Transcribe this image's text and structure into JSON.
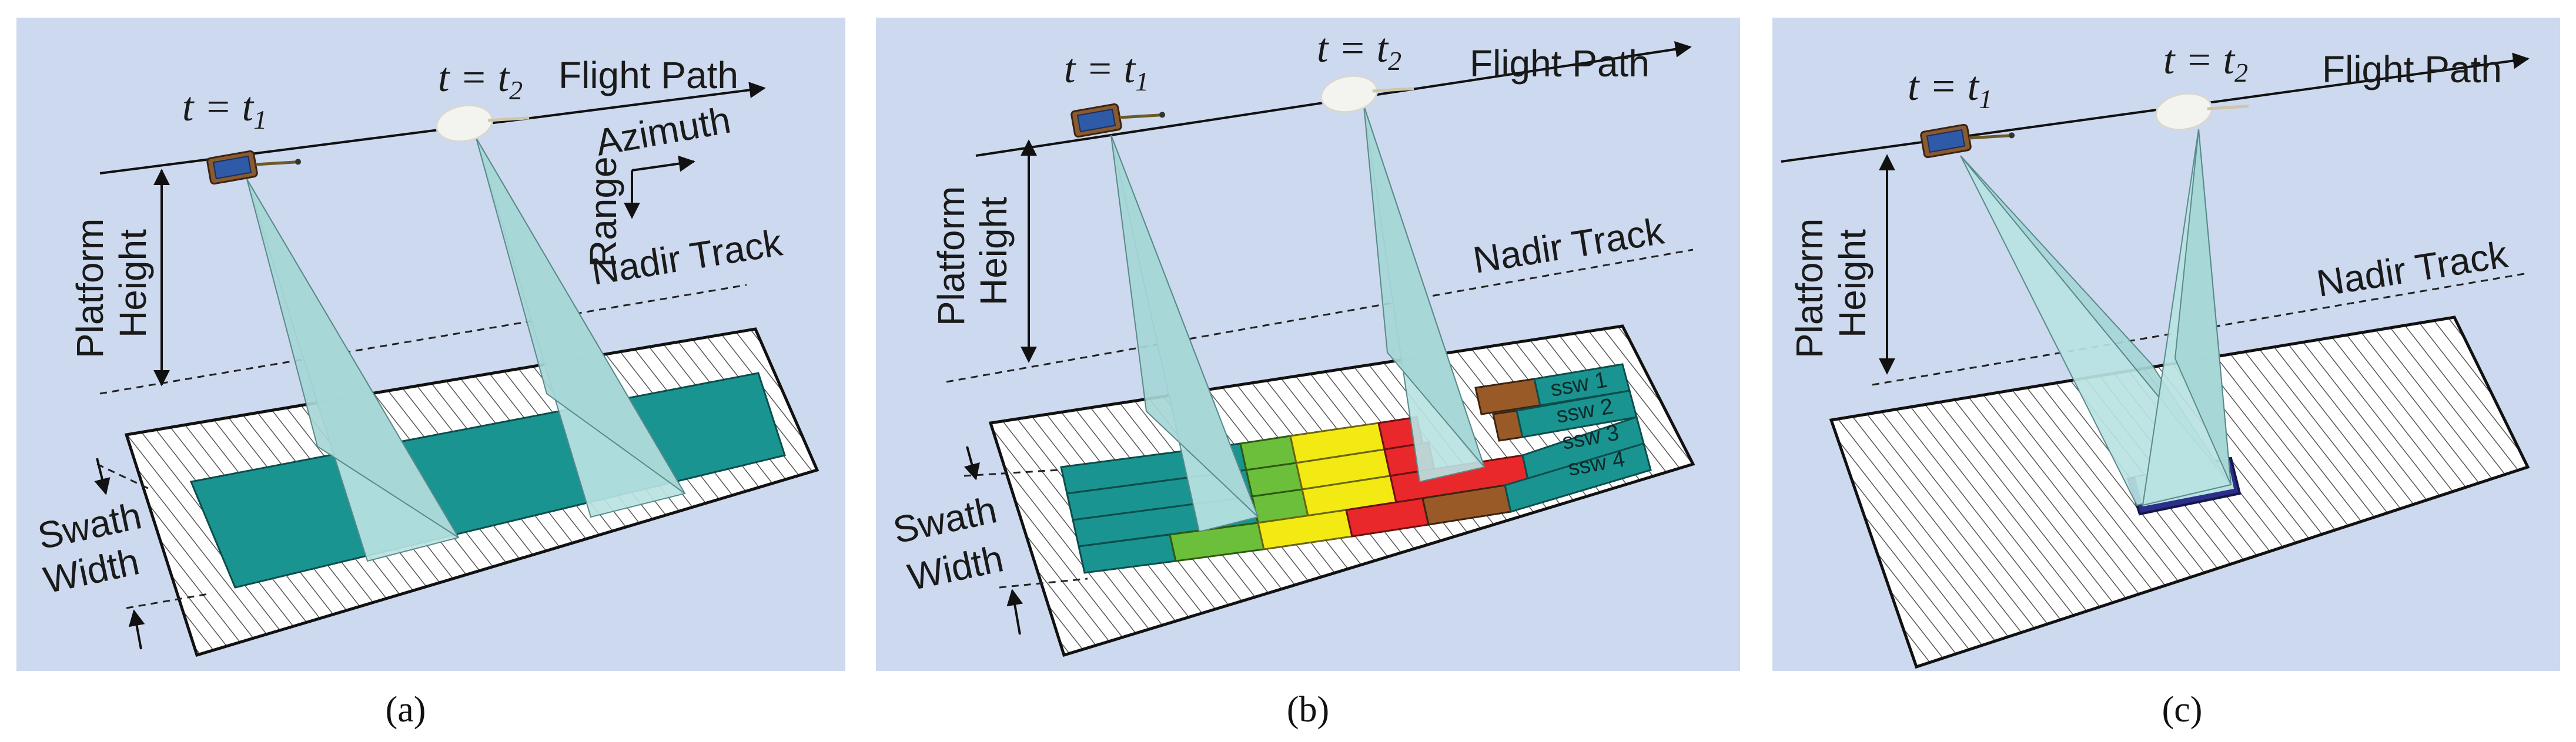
{
  "panels": [
    {
      "caption": "(a)",
      "t1": "t = t",
      "t1_sub": "1",
      "t2": "t = t",
      "t2_sub": "2",
      "flight_path": "Flight Path",
      "platform": "Platform",
      "height": "Height",
      "range": "Range",
      "azimuth": "Azimuth",
      "nadir_track": "Nadir Track",
      "swath": "Swath",
      "width": "Width"
    },
    {
      "caption": "(b)",
      "t1": "t = t",
      "t1_sub": "1",
      "t2": "t = t",
      "t2_sub": "2",
      "flight_path": "Flight Path",
      "platform": "Platform",
      "height": "Height",
      "nadir_track": "Nadir Track",
      "swath": "Swath",
      "width": "Width",
      "subswaths": [
        "ssw 1",
        "ssw 2",
        "ssw 3",
        "ssw 4"
      ]
    },
    {
      "caption": "(c)",
      "t1": "t = t",
      "t1_sub": "1",
      "t2": "t = t",
      "t2_sub": "2",
      "flight_path": "Flight Path",
      "platform": "Platform",
      "height": "Height",
      "nadir_track": "Nadir Track"
    }
  ],
  "colors": {
    "panel_background": "#cdd9ee",
    "beam": "#b9e2e2",
    "swath_teal": "#1a9490",
    "burst_green": "#6cbf3a",
    "burst_yellow": "#f2ea12",
    "burst_red": "#e8282a",
    "burst_brown": "#9a5a28",
    "spot_blue": "#2b2f8a"
  }
}
